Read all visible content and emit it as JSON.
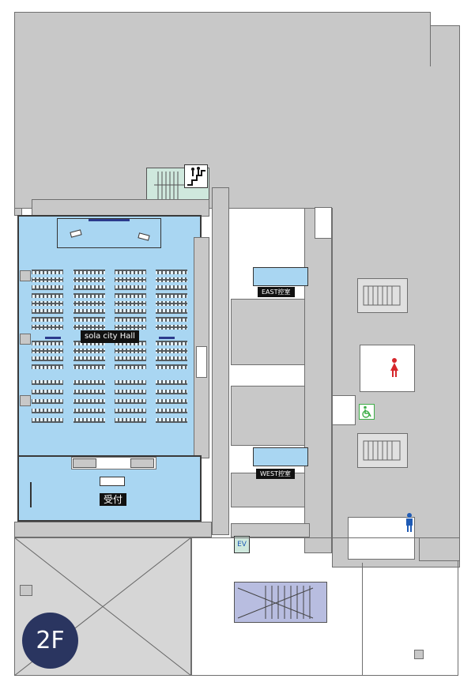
{
  "floor": {
    "label": "2F"
  },
  "rooms": {
    "hall": "sola city Hall",
    "reception": "受付",
    "east_room": "EAST控室",
    "west_room": "WEST控室",
    "elevator": "EV"
  },
  "icons": {
    "stairs": "stairs-people-icon",
    "female_toilet": "female-toilet-icon",
    "male_toilet": "male-toilet-icon",
    "accessible": "wheelchair-icon"
  },
  "colors": {
    "hall": "#a9d6f2",
    "stairwell": "#cfe8dd",
    "stair_block": "#b8bde0",
    "badge": "#2a3560",
    "female": "#d6262b",
    "male": "#1f5bb5",
    "accessible": "#3fae49"
  }
}
